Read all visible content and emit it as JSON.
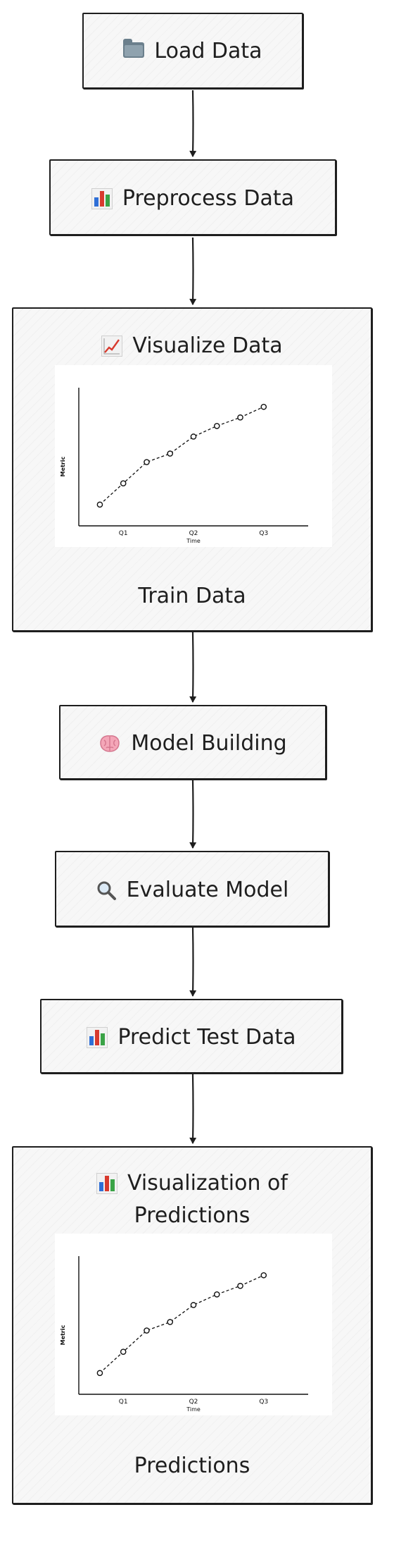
{
  "flow": {
    "load": {
      "label": "Load Data",
      "icon": "folder-icon"
    },
    "preprocess": {
      "label": "Preprocess Data",
      "icon": "bar-chart-icon"
    },
    "visualize": {
      "label": "Visualize Data",
      "icon": "line-chart-icon",
      "caption": "Train Data"
    },
    "model": {
      "label": "Model Building",
      "icon": "brain-icon"
    },
    "evaluate": {
      "label": "Evaluate Model",
      "icon": "magnifier-icon"
    },
    "predict": {
      "label": "Predict Test Data",
      "icon": "bar-chart-icon"
    },
    "viz_predictions": {
      "label_line1": "Visualization of",
      "label_line2": "Predictions",
      "icon": "bar-chart-icon",
      "caption": "Predictions"
    }
  },
  "colors": {
    "stroke": "#1e1e1e",
    "box_fill": "#f7f7f7",
    "folder": "#6b7f8c",
    "bar_blue": "#2f6fd6",
    "bar_red": "#d83a2e",
    "bar_green": "#3aa346",
    "brain": "#f4a6b8"
  },
  "chart_data": [
    {
      "type": "line",
      "title": "",
      "xlabel": "Time",
      "ylabel": "Metric",
      "x_ticks": [
        "Q1",
        "Q2",
        "Q3"
      ],
      "x": [
        0,
        1,
        2,
        3,
        4,
        5,
        6,
        7
      ],
      "y": [
        1,
        2,
        3,
        3.4,
        4.2,
        4.7,
        5.1,
        5.6
      ],
      "xlim": [
        -0.9,
        8.9
      ],
      "ylim": [
        0,
        6.5
      ],
      "tick_positions": [
        1,
        4,
        7
      ],
      "line_style": "dashed",
      "marker": "open-circle",
      "grid": false
    },
    {
      "type": "line",
      "title": "",
      "xlabel": "Time",
      "ylabel": "Metric",
      "x_ticks": [
        "Q1",
        "Q2",
        "Q3"
      ],
      "x": [
        0,
        1,
        2,
        3,
        4,
        5,
        6,
        7
      ],
      "y": [
        1,
        2,
        3,
        3.4,
        4.2,
        4.7,
        5.1,
        5.6
      ],
      "xlim": [
        -0.9,
        8.9
      ],
      "ylim": [
        0,
        6.5
      ],
      "tick_positions": [
        1,
        4,
        7
      ],
      "line_style": "dashed",
      "marker": "open-circle",
      "grid": false
    }
  ]
}
